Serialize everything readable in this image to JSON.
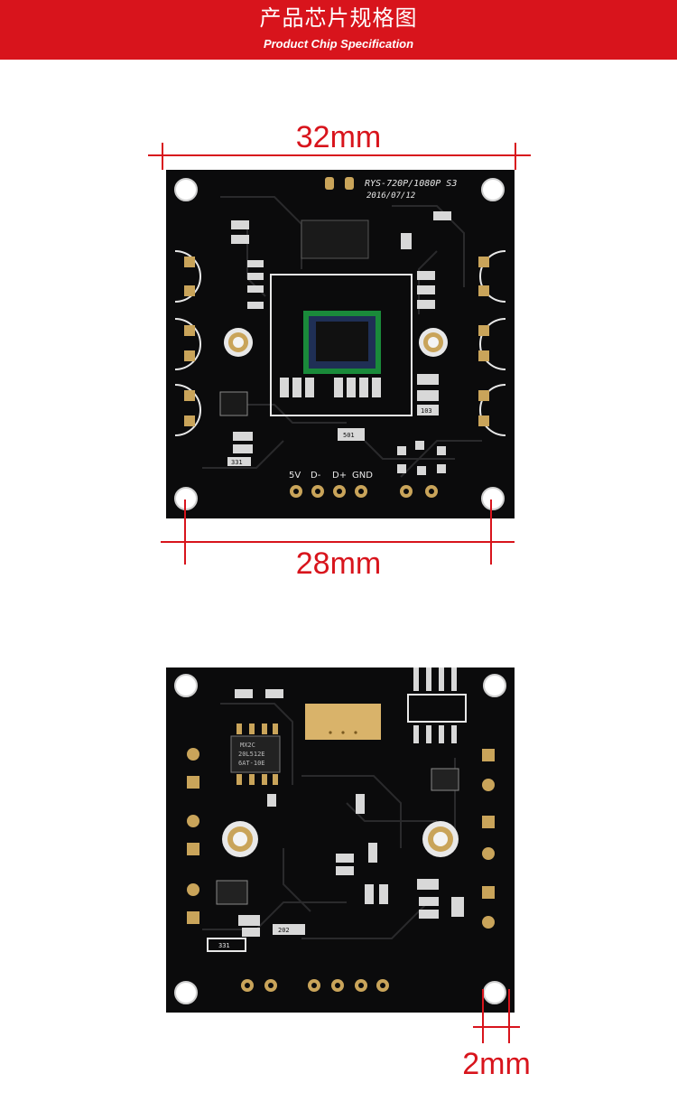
{
  "header": {
    "title_cn": "产品芯片规格图",
    "title_en": "Product Chip Specification"
  },
  "dimensions": {
    "top_width": "32mm",
    "hole_spacing": "28mm",
    "hole_diameter": "2mm"
  },
  "board_front": {
    "model_text": "RYS-720P/1080P S3",
    "date_text": "2016/07/12",
    "pin_labels": [
      "5V",
      "D-",
      "D+",
      "GND"
    ],
    "resistor_labels": [
      "331",
      "501",
      "103"
    ]
  },
  "board_back": {
    "chip_text": [
      "MX2C",
      "20L512E",
      "6AT-10E"
    ],
    "resistor_labels": [
      "202",
      "331"
    ]
  },
  "colors": {
    "accent": "#d8141c",
    "board": "#0b0b0c",
    "silkscreen": "#e8e8e8",
    "pad": "#c9a45a"
  }
}
